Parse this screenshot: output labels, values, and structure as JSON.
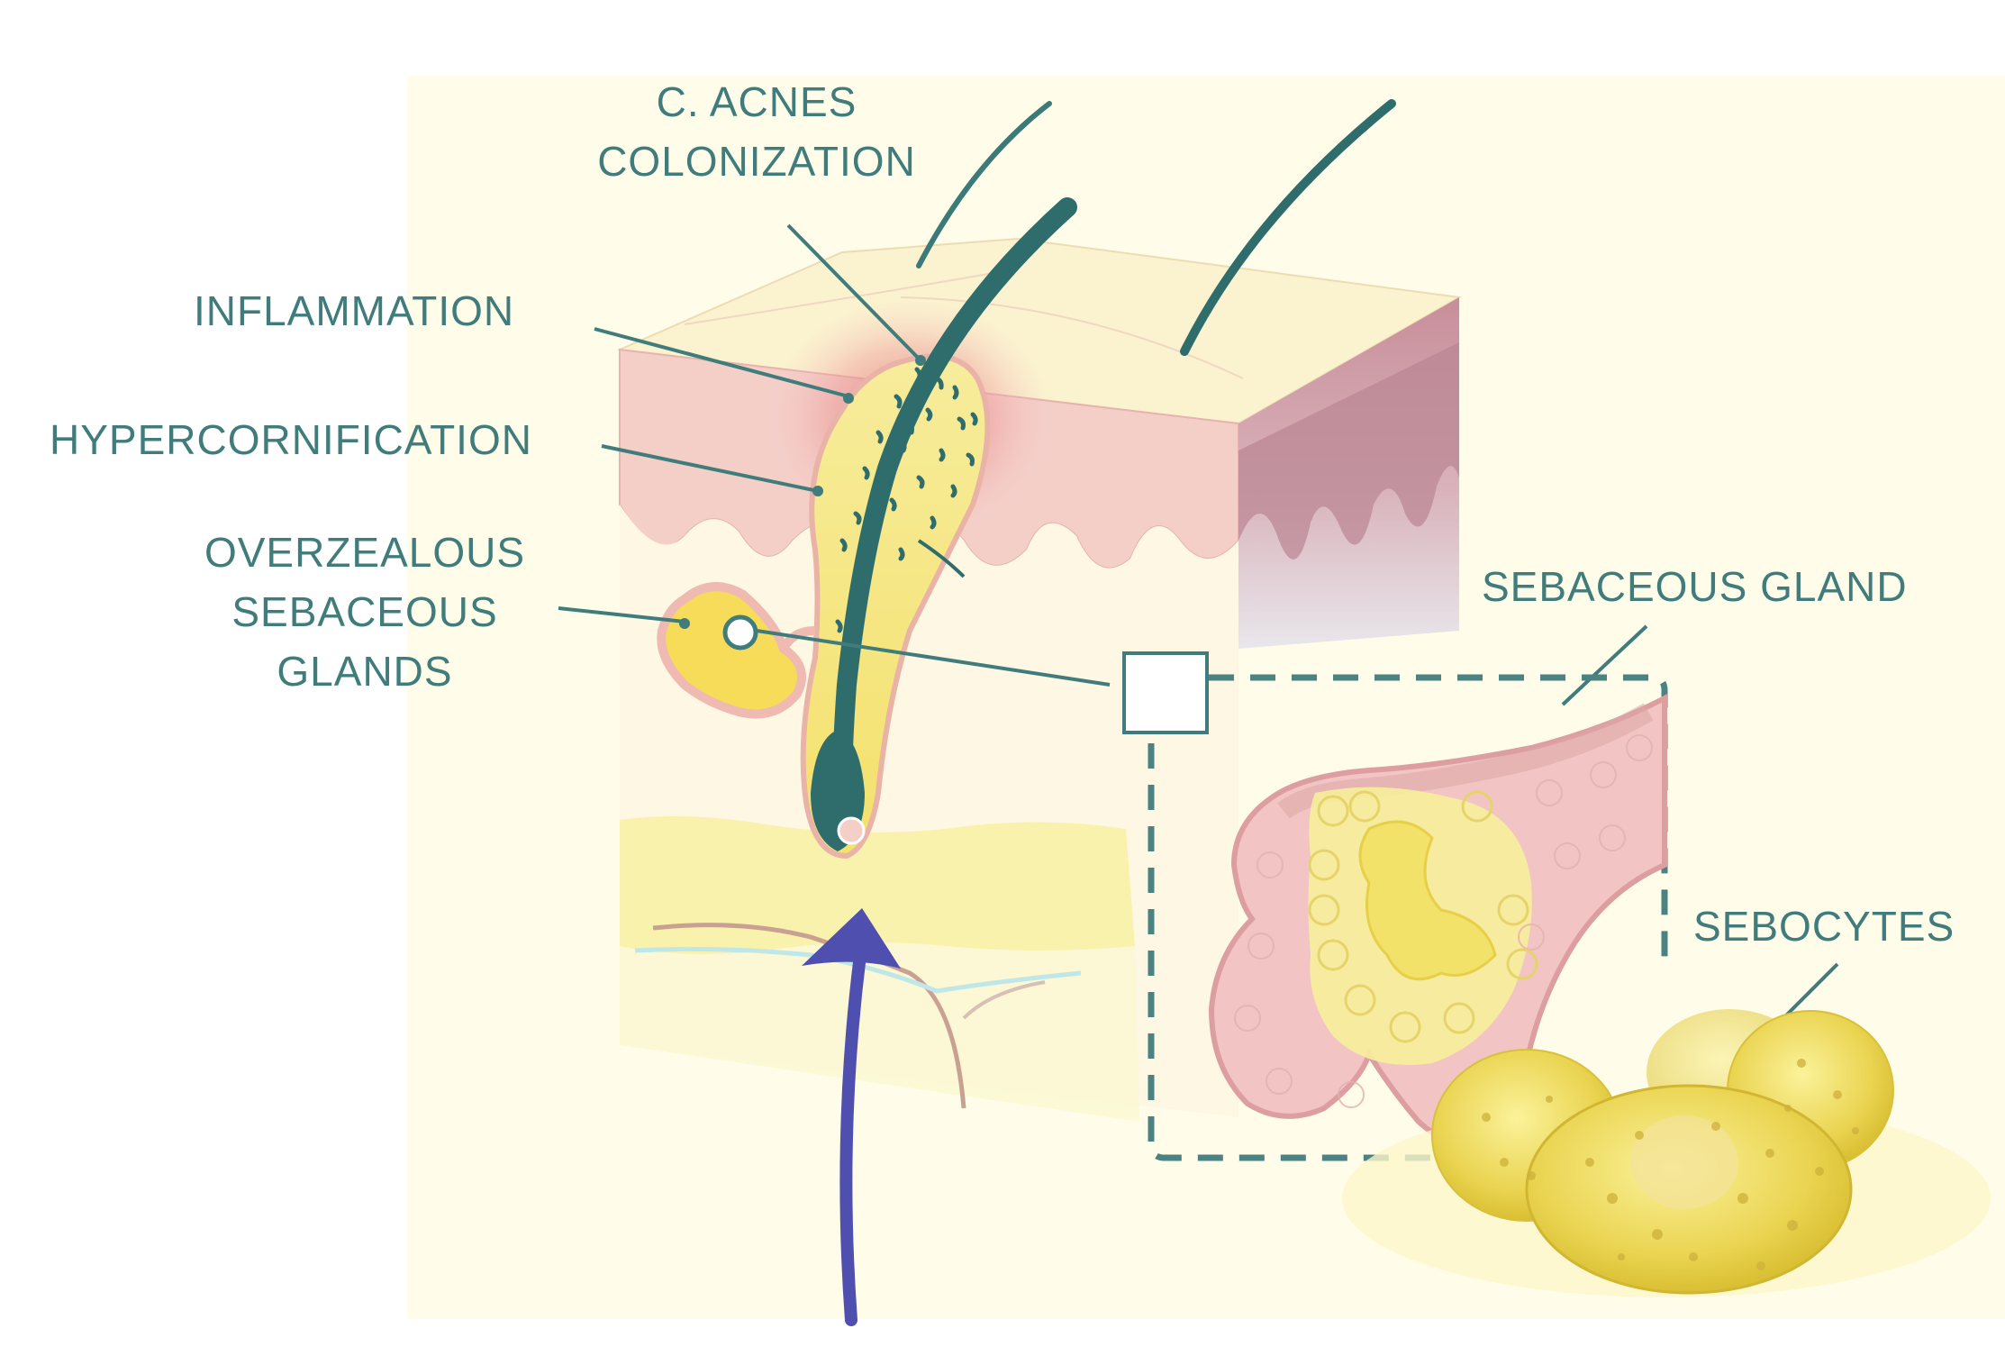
{
  "labels": {
    "c_acnes": [
      "C. ACNES",
      "COLONIZATION"
    ],
    "inflammation": "INFLAMMATION",
    "hypercornification": "HYPERCORNIFICATION",
    "overzealous": [
      "OVERZEALOUS",
      "SEBACEOUS",
      "GLANDS"
    ],
    "sebaceous_gland": "SEBACEOUS GLAND",
    "sebocytes": "SEBOCYTES"
  },
  "colors": {
    "label_text": "#3f7c7b",
    "leader_line": "#3f7c7b",
    "hair": "#2f6d6d",
    "skin_pink": "#f2c9c4",
    "epidermis_top": "#fbf3cf",
    "sebum_yellow": "#f3e47a",
    "fat_yellow": "#f8f1a6",
    "inflammation_red": "#e07a7a",
    "arrow_blue": "#4f4fb0",
    "background_panel": "#fffde9"
  }
}
